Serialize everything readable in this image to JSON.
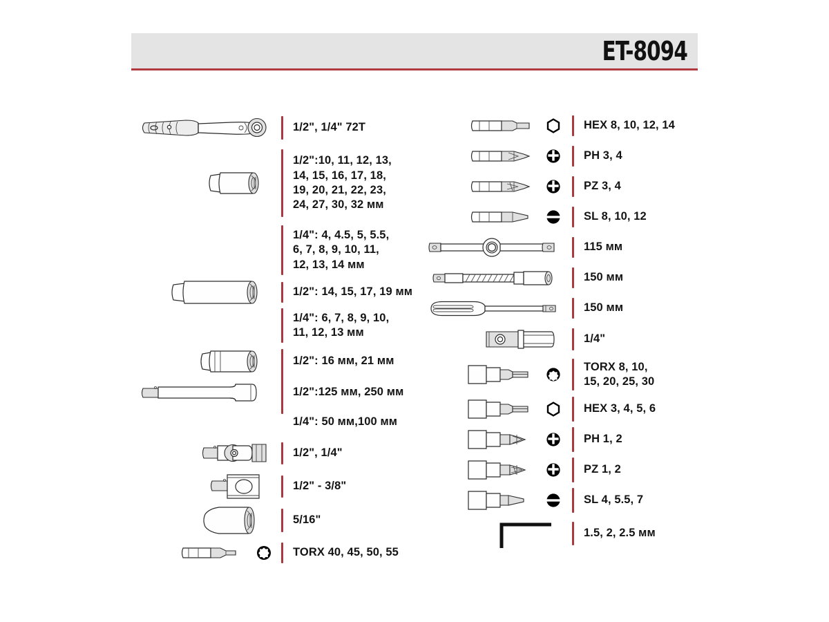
{
  "header": {
    "product_code": "ET-8094"
  },
  "colors": {
    "divider_red": "#a8393f",
    "header_band": "#e4e4e4",
    "header_rule": "#b03a40",
    "text": "#141414"
  },
  "left_column": [
    {
      "tool": "ratchet-handle",
      "label": "1/2\", 1/4\" 72T"
    },
    {
      "tool": "socket-short",
      "label": "1/2\":10, 11, 12, 13,\n14, 15, 16, 17, 18,\n19,  20, 21, 22, 23,\n24, 27, 30, 32 мм"
    },
    {
      "tool": "blank",
      "label": "1/4\": 4, 4.5, 5, 5.5,\n6, 7, 8, 9, 10, 11,\n12, 13, 14 мм"
    },
    {
      "tool": "socket-deep",
      "label": "1/2\": 14, 15, 17, 19 мм"
    },
    {
      "tool": "blank",
      "label": "1/4\": 6, 7, 8, 9, 10,\n11, 12, 13 мм"
    },
    {
      "tool": "socket-spark",
      "label": "1/2\": 16 мм, 21 мм"
    },
    {
      "tool": "extension-bar",
      "label": "1/2\":125 мм, 250 мм"
    },
    {
      "tool": "blank",
      "label": "1/4\": 50 мм,100 мм"
    },
    {
      "tool": "universal-joint",
      "label": "1/2\", 1/4\""
    },
    {
      "tool": "square-adapter",
      "label": "1/2\" - 3/8\""
    },
    {
      "tool": "spark-plug-socket",
      "label": "5/16\""
    },
    {
      "tool": "bit-torx",
      "label": "TORX 40, 45, 50, 55",
      "glyph": "torx-icon"
    }
  ],
  "right_column": [
    {
      "tool": "bit-hex",
      "glyph": "hex-icon",
      "label": "HEX 8, 10, 12, 14"
    },
    {
      "tool": "bit-ph",
      "glyph": "cross-icon",
      "label": "PH 3, 4"
    },
    {
      "tool": "bit-pz",
      "glyph": "cross-icon",
      "label": "PZ 3, 4"
    },
    {
      "tool": "bit-sl",
      "glyph": "slot-icon",
      "label": "SL 8, 10, 12"
    },
    {
      "tool": "sliding-t-bar",
      "glyph": "none",
      "label": "115 мм"
    },
    {
      "tool": "flex-extension",
      "glyph": "none",
      "label": "150 мм"
    },
    {
      "tool": "sliding-t-handle",
      "glyph": "none",
      "label": "150 мм"
    },
    {
      "tool": "bit-adapter",
      "glyph": "none",
      "label": "1/4\""
    },
    {
      "tool": "bit-socket-torx",
      "glyph": "torx-icon",
      "label": "TORX 8, 10,\n15, 20, 25, 30"
    },
    {
      "tool": "bit-socket-hex",
      "glyph": "hex-icon",
      "label": "HEX 3, 4, 5, 6"
    },
    {
      "tool": "bit-socket-ph",
      "glyph": "cross-icon",
      "label": "PH 1, 2"
    },
    {
      "tool": "bit-socket-pz",
      "glyph": "cross-icon",
      "label": "PZ 1, 2"
    },
    {
      "tool": "bit-socket-sl",
      "glyph": "slot-icon",
      "label": "SL 4, 5.5, 7"
    },
    {
      "tool": "hex-key",
      "glyph": "none",
      "label": "1.5, 2, 2.5 мм"
    }
  ]
}
